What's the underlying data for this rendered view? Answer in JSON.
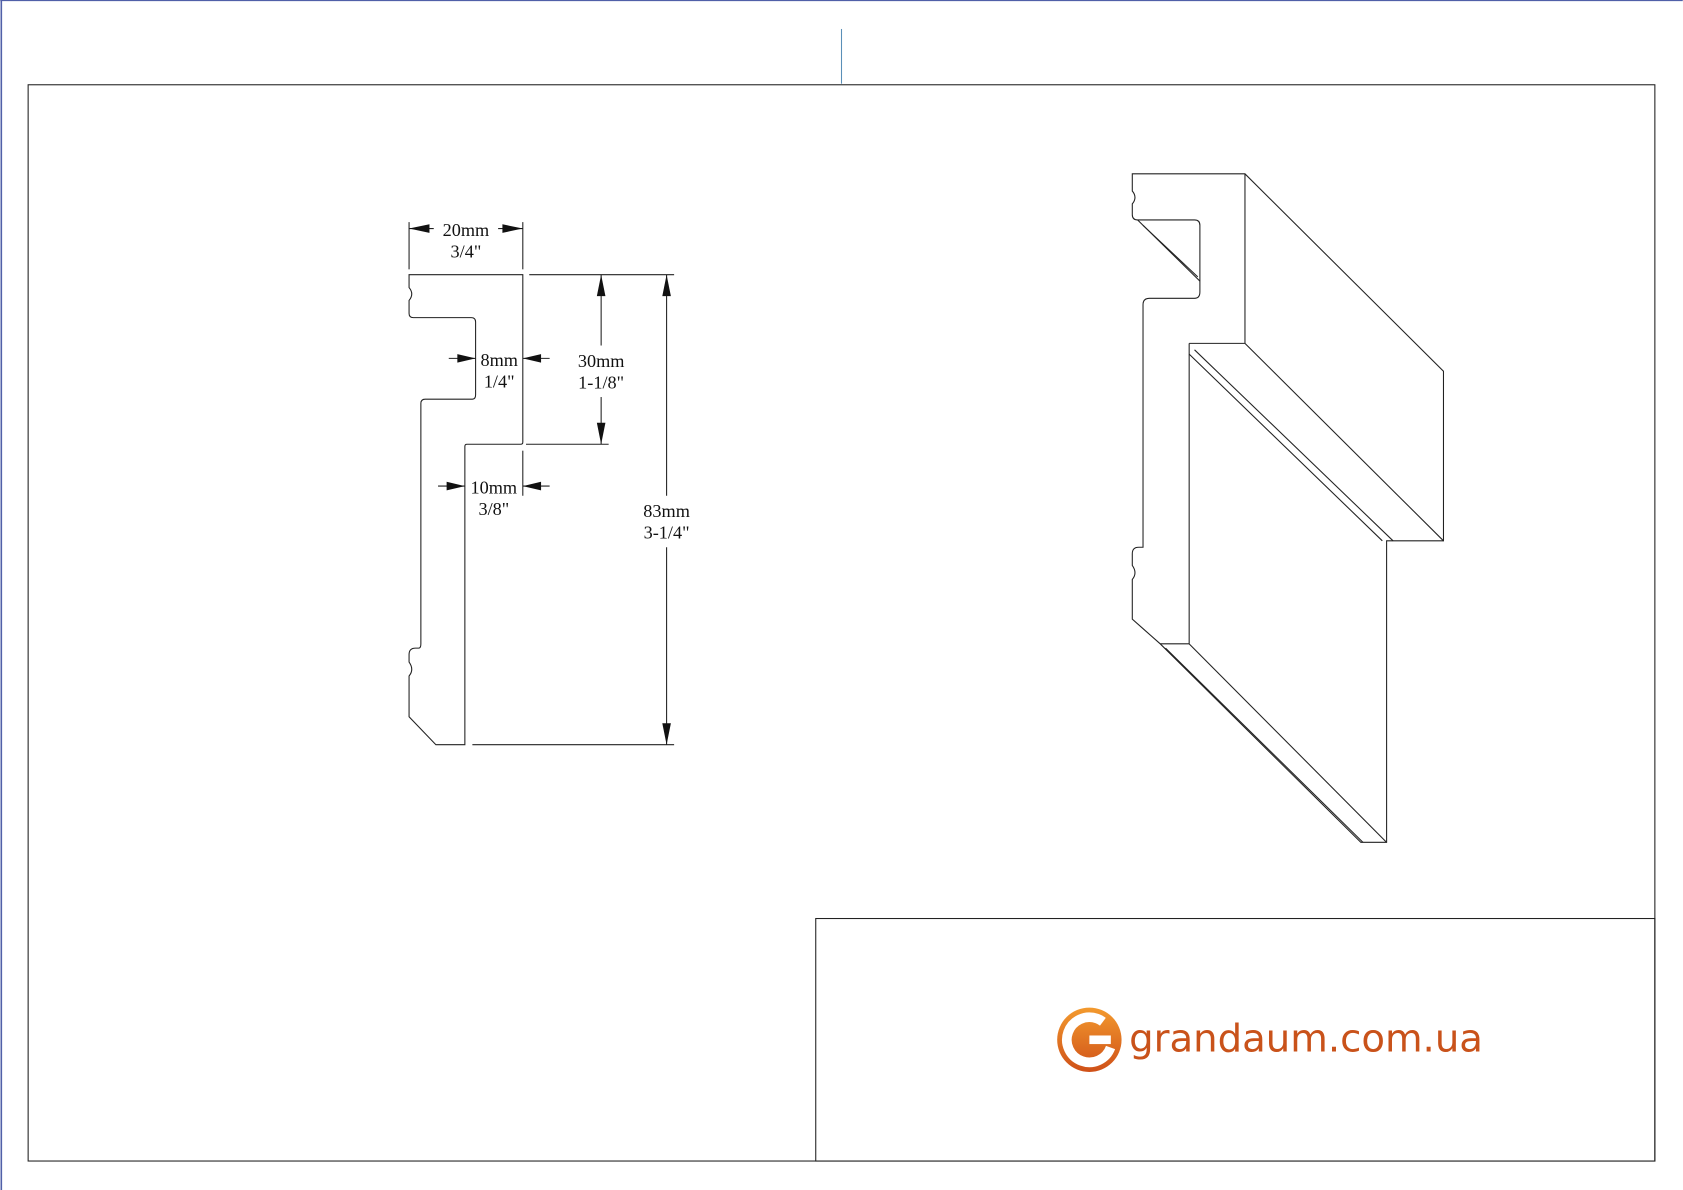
{
  "dimensions": {
    "width": {
      "mm": "20mm",
      "in": "3/4\""
    },
    "groove_depth": {
      "mm": "8mm",
      "in": "1/4\""
    },
    "groove_height": {
      "mm": "30mm",
      "in": "1-1/8\""
    },
    "thickness": {
      "mm": "10mm",
      "in": "3/8\""
    },
    "height": {
      "mm": "83mm",
      "in": "3-1/4\""
    }
  },
  "title_block": {
    "logo_letter": "G",
    "website": "grandaum.com.ua"
  },
  "colors": {
    "brand": "#c9521a",
    "logo_gradient_top": "#f39a2e",
    "logo_gradient_bottom": "#d0561a",
    "frame": "#222222",
    "guide": "#5a8fb8"
  }
}
